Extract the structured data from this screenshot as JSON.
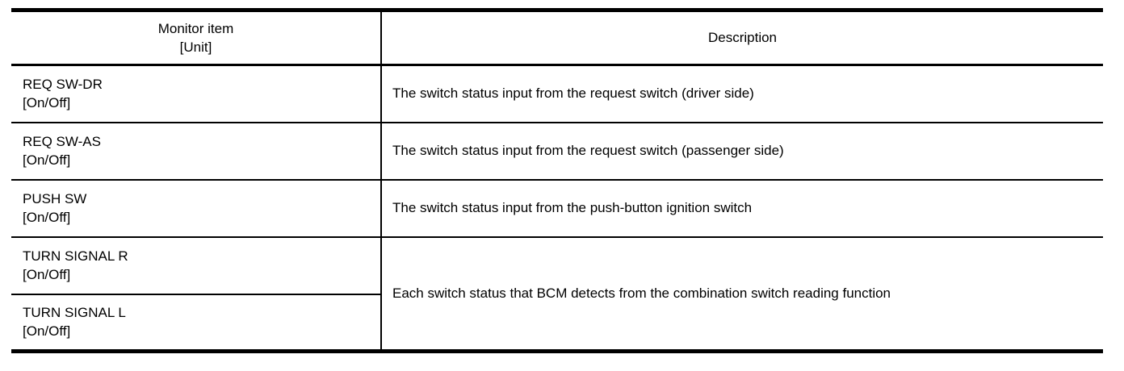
{
  "table": {
    "header": {
      "monitor_item_line1": "Monitor item",
      "monitor_item_line2": "[Unit]",
      "description": "Description"
    },
    "rows": [
      {
        "item": "REQ SW-DR",
        "unit": "[On/Off]",
        "description": "The switch status input from the request switch (driver side)"
      },
      {
        "item": "REQ SW-AS",
        "unit": "[On/Off]",
        "description": "The switch status input from the request switch (passenger side)"
      },
      {
        "item": "PUSH SW",
        "unit": "[On/Off]",
        "description": "The switch status input from the push-button ignition switch"
      },
      {
        "item": "TURN SIGNAL R",
        "unit": "[On/Off]",
        "description": "Each switch status that BCM detects from the combination switch reading function"
      },
      {
        "item": "TURN SIGNAL L",
        "unit": "[On/Off]"
      }
    ],
    "colors": {
      "text": "#000000",
      "border": "#000000",
      "background": "#ffffff"
    }
  }
}
